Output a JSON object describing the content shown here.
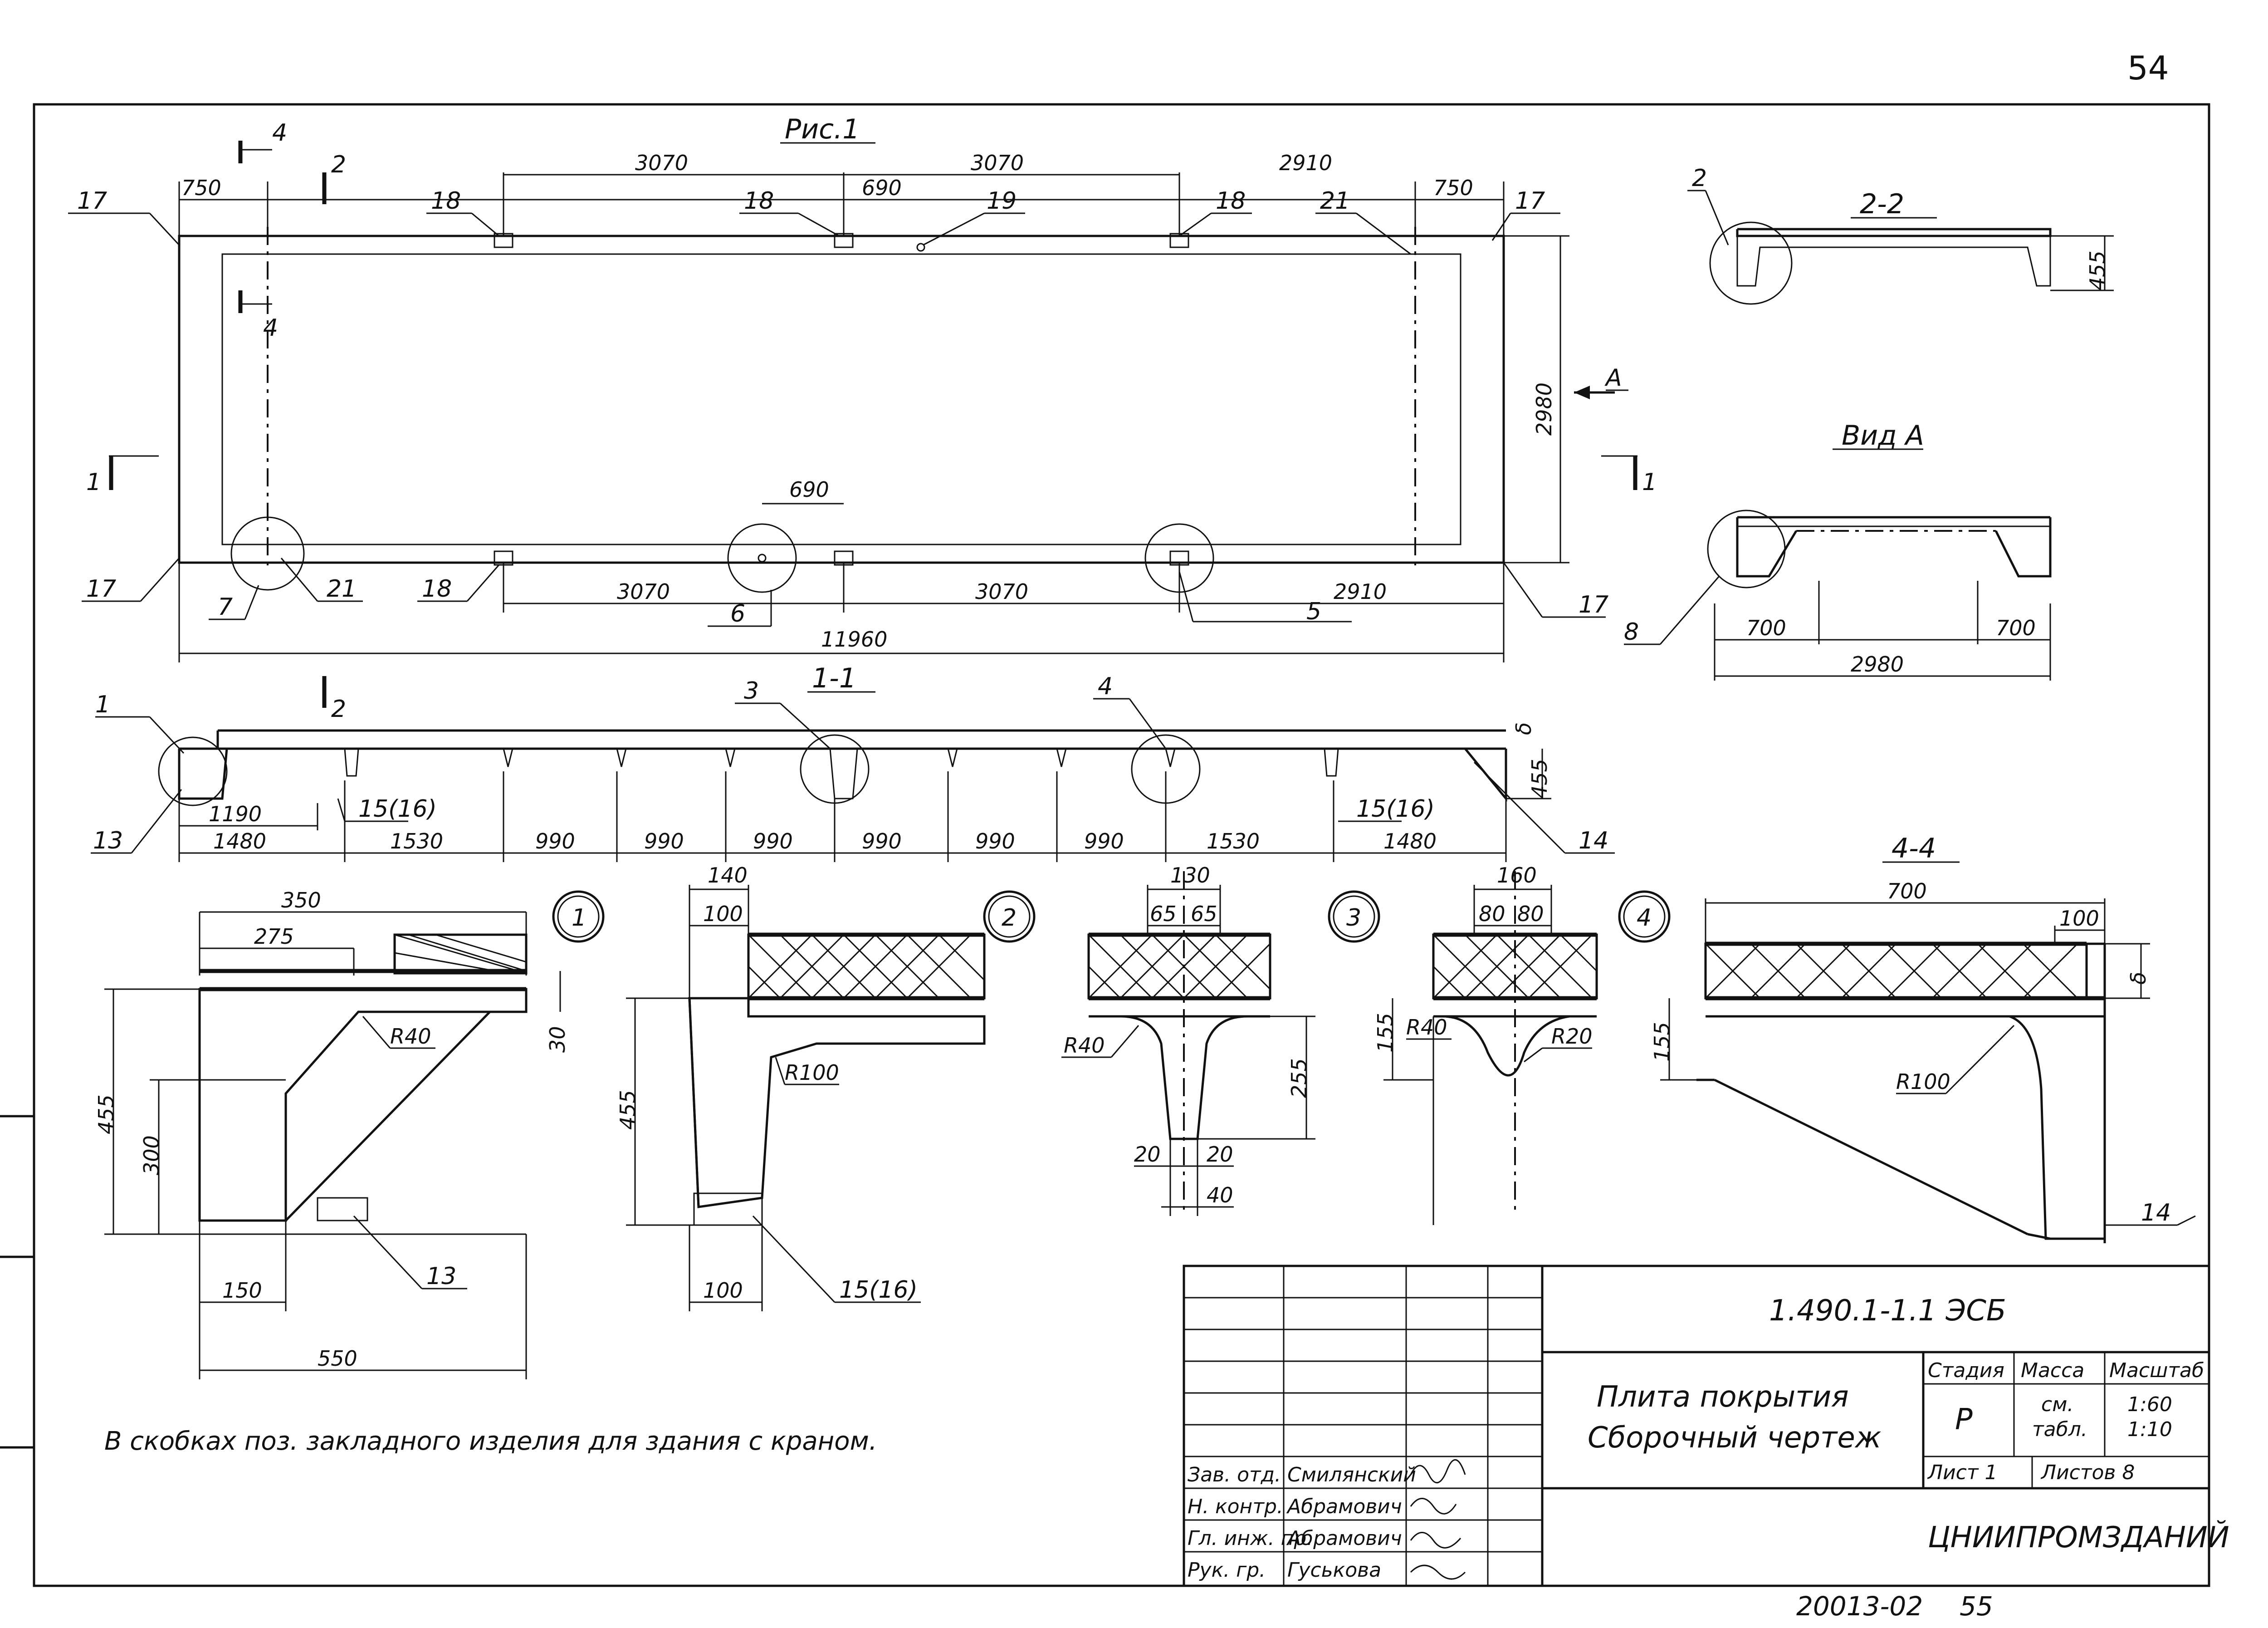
{
  "page_number": "54",
  "figure_title": "Рис.1",
  "plan": {
    "dims_top": [
      "750",
      "3070",
      "3070",
      "2910",
      "750"
    ],
    "dim_690_top": "690",
    "dims_bottom": [
      "3070",
      "3070",
      "2910"
    ],
    "dim_690_bottom": "690",
    "total_length": "11960",
    "width": "2980",
    "view_marker": "А",
    "callouts": [
      "17",
      "18",
      "18",
      "19",
      "18",
      "21",
      "17",
      "17",
      "18",
      "7",
      "21",
      "6",
      "5",
      "17"
    ]
  },
  "section_marks": {
    "cut_4_top": "4",
    "cut_4_bottom": "4",
    "cut_2_top": "2",
    "cut_2_bottom": "2",
    "cut_1_left": "1",
    "cut_1_right": "1"
  },
  "section_1_1": {
    "title": "1-1",
    "dims": [
      "1480",
      "1530",
      "990",
      "990",
      "990",
      "990",
      "990",
      "990",
      "1530",
      "1480"
    ],
    "dim_1190": "1190",
    "height": "455",
    "thickness": "δ",
    "callouts": [
      "1",
      "3",
      "4",
      "13",
      "15(16)",
      "15(16)",
      "14"
    ]
  },
  "section_2_2": {
    "title": "2-2",
    "callout": "2",
    "height": "455"
  },
  "view_a": {
    "title": "Вид А",
    "dims": [
      "700",
      "700",
      "2980"
    ],
    "callout": "8"
  },
  "detail_1": {
    "dims": [
      "350",
      "275",
      "30",
      "455",
      "300",
      "150",
      "550"
    ],
    "radius": "R40",
    "callout": "13"
  },
  "detail_2": {
    "dims": [
      "140",
      "100",
      "455",
      "100"
    ],
    "radius": "R100",
    "callout": "15(16)"
  },
  "detail_3": {
    "dims": [
      "130",
      "65",
      "65",
      "255",
      "20",
      "20",
      "40"
    ],
    "radius": "R40"
  },
  "detail_4": {
    "dims": [
      "160",
      "80",
      "80",
      "155"
    ],
    "radii": [
      "R40",
      "R20"
    ]
  },
  "section_4_4": {
    "title": "4-4",
    "dims": [
      "700",
      "100",
      "δ",
      "155"
    ],
    "radius": "R100",
    "callout": "14"
  },
  "detail_circles": [
    "1",
    "2",
    "3",
    "4"
  ],
  "note": "В скобках поз. закладного изделия для здания с краном.",
  "title_block": {
    "code": "1.490.1-1.1 ЭСБ",
    "name_line1": "Плита покрытия",
    "name_line2": "Сборочный чертеж",
    "stage_label": "Стадия",
    "mass_label": "Масса",
    "scale_label": "Масштаб",
    "stage_value": "Р",
    "mass_value_1": "см.",
    "mass_value_2": "табл.",
    "scale_value_1": "1:60",
    "scale_value_2": "1:10",
    "sheet_label": "Лист 1",
    "sheets_label": "Листов 8",
    "organization": "ЦНИИПРОМЗДАНИЙ",
    "signatures": [
      {
        "role": "Зав. отд.",
        "name": "Смилянский"
      },
      {
        "role": "Н. контр.",
        "name": "Абрамович"
      },
      {
        "role": "Гл. инж. пр.",
        "name": "Абрамович"
      },
      {
        "role": "Рук. гр.",
        "name": "Гуськова"
      }
    ]
  },
  "archive_number": "20013-02",
  "archive_sheet": "55"
}
